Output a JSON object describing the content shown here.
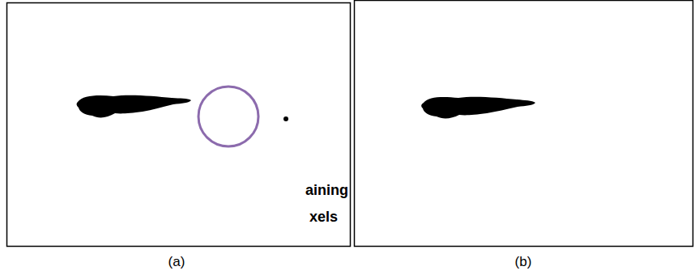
{
  "diagram": {
    "labels": [
      "aining",
      "xels",
      "(a)",
      "(b)"
    ]
  }
}
